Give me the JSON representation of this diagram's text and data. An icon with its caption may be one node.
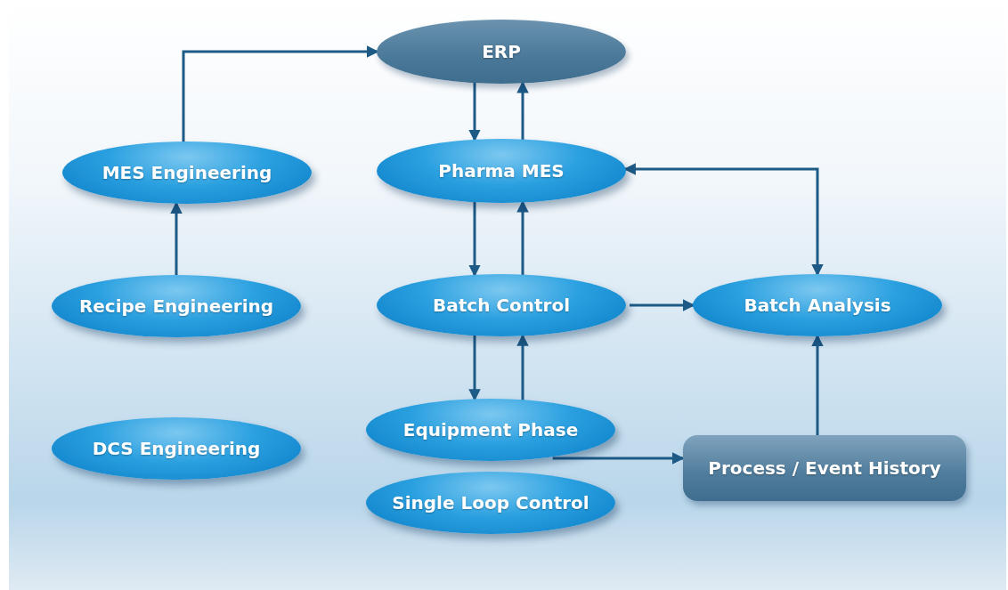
{
  "diagram": {
    "nodes": [
      {
        "text": [
          "ERP"
        ]
      },
      {
        "text": [
          "MES Engineering"
        ]
      },
      {
        "text": [
          "Pharma MES"
        ]
      },
      {
        "text": [
          "Recipe Engineering"
        ]
      },
      {
        "text": [
          "Batch Control"
        ]
      },
      {
        "text": [
          "Batch Analysis"
        ]
      },
      {
        "text": [
          "DCS Engineering"
        ]
      },
      {
        "text": [
          "Equipment Phase"
        ]
      },
      {
        "text": [
          "Process / Event History"
        ]
      },
      {
        "text": [
          "Single Loop Control"
        ]
      }
    ],
    "edges": [
      {
        "from": 1,
        "to": 0,
        "arrow": "to"
      },
      {
        "from": 0,
        "to": 2,
        "arrow": "to"
      },
      {
        "from": 2,
        "to": 0,
        "arrow": "to"
      },
      {
        "from": 2,
        "to": 5,
        "arrow": "both"
      },
      {
        "from": 3,
        "to": 1,
        "arrow": "to"
      },
      {
        "from": 2,
        "to": 4,
        "arrow": "to"
      },
      {
        "from": 4,
        "to": 2,
        "arrow": "to"
      },
      {
        "from": 4,
        "to": 5,
        "arrow": "to"
      },
      {
        "from": 4,
        "to": 7,
        "arrow": "to"
      },
      {
        "from": 7,
        "to": 4,
        "arrow": "to"
      },
      {
        "from": 7,
        "to": 8,
        "arrow": "to"
      },
      {
        "from": 8,
        "to": 5,
        "arrow": "to"
      }
    ]
  }
}
